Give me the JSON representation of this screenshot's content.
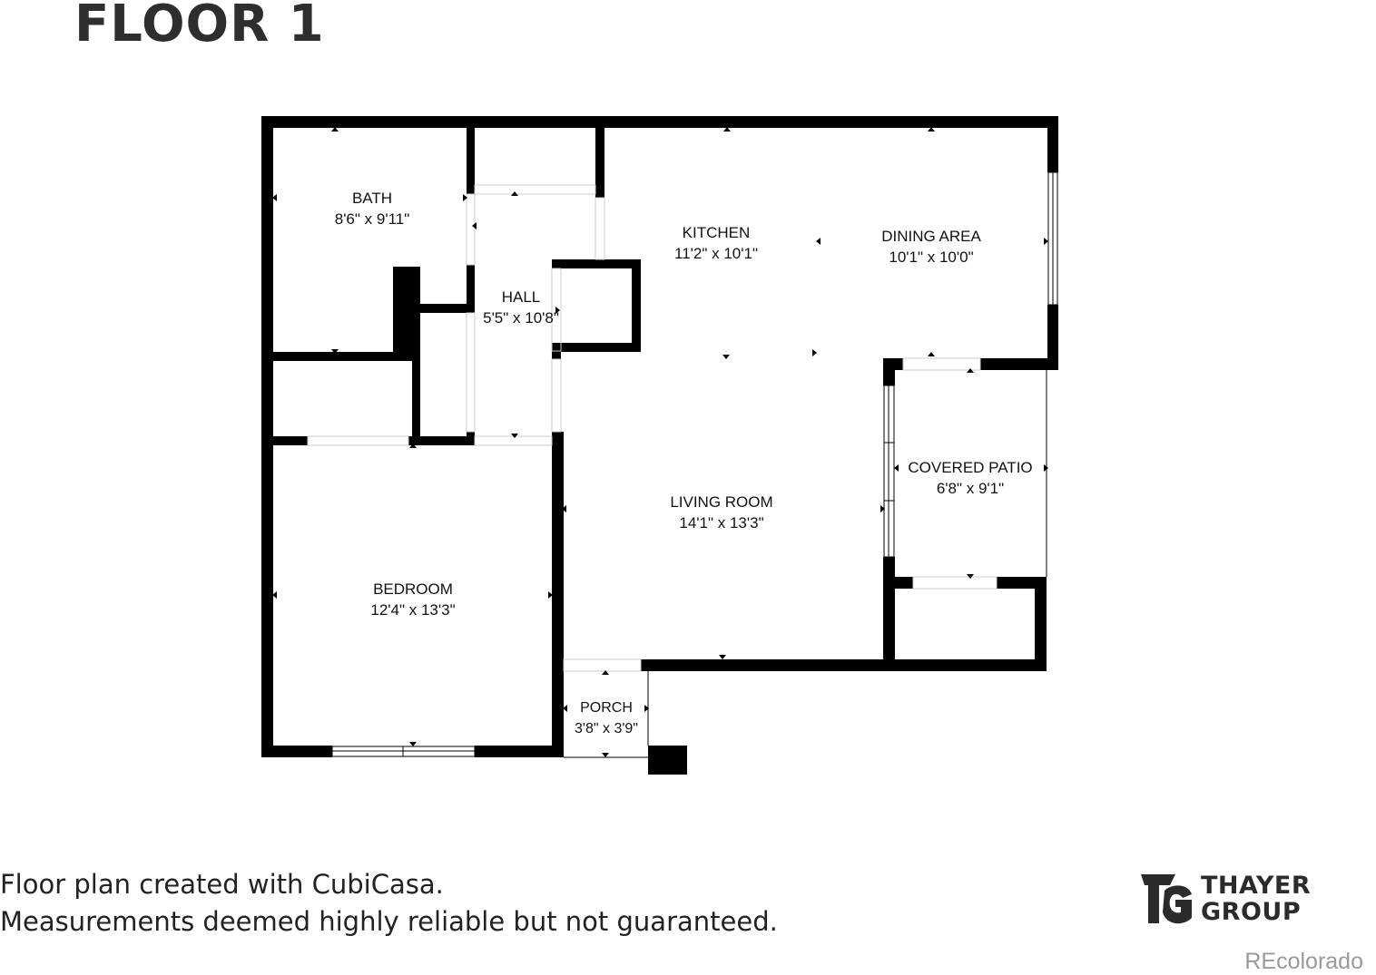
{
  "title": "FLOOR 1",
  "rooms": [
    {
      "name": "BATH",
      "dims": "8'6\" x 9'11\""
    },
    {
      "name": "HALL",
      "dims": "5'5\" x 10'8\""
    },
    {
      "name": "KITCHEN",
      "dims": "11'2\" x 10'1\""
    },
    {
      "name": "DINING AREA",
      "dims": "10'1\" x 10'0\""
    },
    {
      "name": "LIVING ROOM",
      "dims": "14'1\" x 13'3\""
    },
    {
      "name": "COVERED PATIO",
      "dims": "6'8\" x 9'1\""
    },
    {
      "name": "BEDROOM",
      "dims": "12'4\" x 13'3\""
    },
    {
      "name": "PORCH",
      "dims": "3'8\" x 3'9\""
    }
  ],
  "footer": {
    "line1": "Floor plan created with CubiCasa.",
    "line2": "Measurements deemed highly reliable but not guaranteed."
  },
  "logo": {
    "line1": "THAYER",
    "line2": "GROUP"
  },
  "watermark": "REcolorado",
  "colors": {
    "wall": "#000000",
    "background": "#ffffff",
    "title": "#2e2e2e",
    "watermark": "#9a9a9a"
  }
}
